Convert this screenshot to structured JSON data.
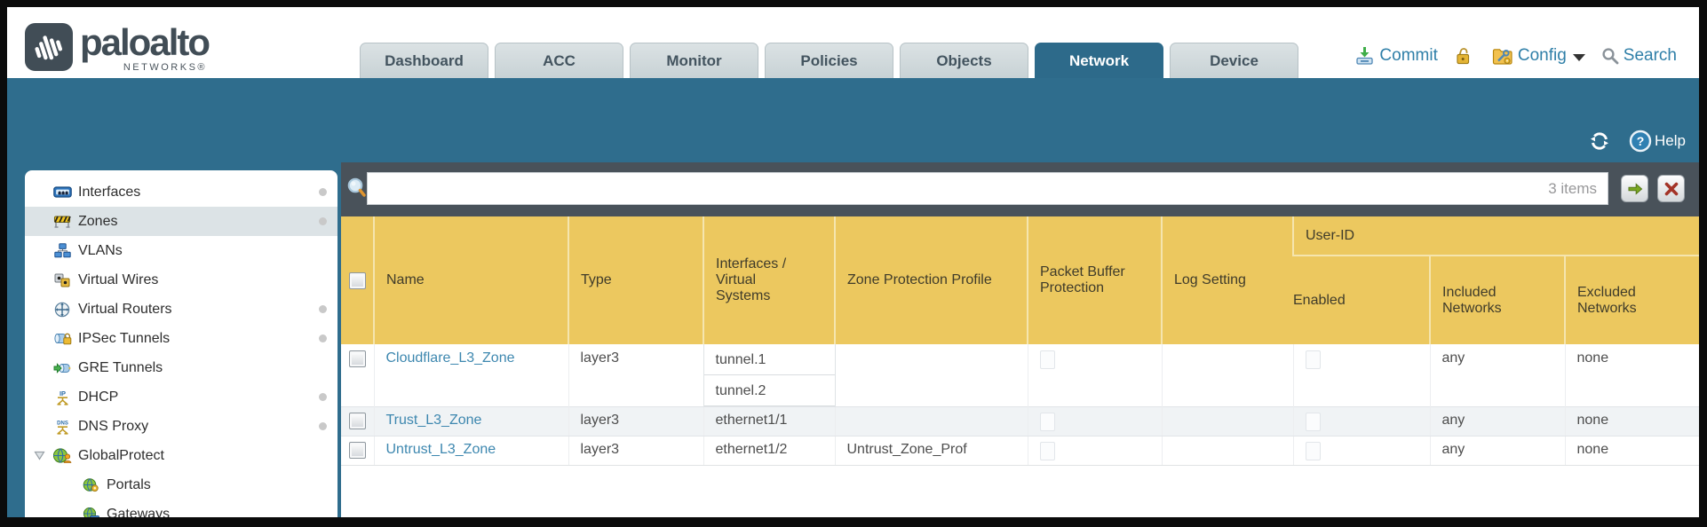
{
  "brand": {
    "logo_text": "paloalto",
    "logo_sub": "NETWORKS®"
  },
  "nav": {
    "tabs": [
      {
        "label": "Dashboard",
        "active": false
      },
      {
        "label": "ACC",
        "active": false
      },
      {
        "label": "Monitor",
        "active": false
      },
      {
        "label": "Policies",
        "active": false
      },
      {
        "label": "Objects",
        "active": false
      },
      {
        "label": "Network",
        "active": true
      },
      {
        "label": "Device",
        "active": false
      }
    ]
  },
  "actions": {
    "commit": "Commit",
    "config": "Config",
    "search": "Search"
  },
  "helpbar": {
    "help": "Help"
  },
  "sidebar": {
    "items": [
      {
        "label": "Interfaces",
        "icon": "interfaces",
        "dot": true,
        "selected": false,
        "indent": false,
        "expander": false
      },
      {
        "label": "Zones",
        "icon": "zones",
        "dot": true,
        "selected": true,
        "indent": false,
        "expander": false
      },
      {
        "label": "VLANs",
        "icon": "vlans",
        "dot": false,
        "selected": false,
        "indent": false,
        "expander": false
      },
      {
        "label": "Virtual Wires",
        "icon": "virtual-wires",
        "dot": false,
        "selected": false,
        "indent": false,
        "expander": false
      },
      {
        "label": "Virtual Routers",
        "icon": "virtual-routers",
        "dot": true,
        "selected": false,
        "indent": false,
        "expander": false
      },
      {
        "label": "IPSec Tunnels",
        "icon": "ipsec-tunnels",
        "dot": true,
        "selected": false,
        "indent": false,
        "expander": false
      },
      {
        "label": "GRE Tunnels",
        "icon": "gre-tunnels",
        "dot": false,
        "selected": false,
        "indent": false,
        "expander": false
      },
      {
        "label": "DHCP",
        "icon": "dhcp",
        "dot": true,
        "selected": false,
        "indent": false,
        "expander": false
      },
      {
        "label": "DNS Proxy",
        "icon": "dns-proxy",
        "dot": true,
        "selected": false,
        "indent": false,
        "expander": false
      },
      {
        "label": "GlobalProtect",
        "icon": "globalprotect",
        "dot": false,
        "selected": false,
        "indent": false,
        "expander": true
      },
      {
        "label": "Portals",
        "icon": "portals",
        "dot": false,
        "selected": false,
        "indent": true,
        "expander": false
      },
      {
        "label": "Gateways",
        "icon": "gateways",
        "dot": false,
        "selected": false,
        "indent": true,
        "expander": false
      }
    ]
  },
  "filter": {
    "value": "",
    "count": "3 items"
  },
  "table": {
    "group_header": "User-ID",
    "columns": [
      "Name",
      "Type",
      "Interfaces / Virtual Systems",
      "Zone Protection Profile",
      "Packet Buffer Protection",
      "Log Setting"
    ],
    "user_id_columns": [
      "Enabled",
      "Included Networks",
      "Excluded Networks"
    ],
    "rows": [
      {
        "name": "Cloudflare_L3_Zone",
        "type": "layer3",
        "interfaces": [
          "tunnel.1",
          "tunnel.2"
        ],
        "zone_protection_profile": "",
        "log_setting": "",
        "included_networks": "any",
        "excluded_networks": "none"
      },
      {
        "name": "Trust_L3_Zone",
        "type": "layer3",
        "interfaces": [
          "ethernet1/1"
        ],
        "zone_protection_profile": "",
        "log_setting": "",
        "included_networks": "any",
        "excluded_networks": "none"
      },
      {
        "name": "Untrust_L3_Zone",
        "type": "layer3",
        "interfaces": [
          "ethernet1/2"
        ],
        "zone_protection_profile": "Untrust_Zone_Prof",
        "log_setting": "",
        "included_networks": "any",
        "excluded_networks": "none"
      }
    ]
  },
  "colors": {
    "teal_band": "#2f6d8d",
    "active_tab": "#2d6a8a",
    "table_header_gold": "#ecc85f",
    "user_id_band_gold": "#dcab3e",
    "filter_bar_slate": "#49525a",
    "link_blue": "#3d87af",
    "alt_row": "#f0f3f5"
  }
}
